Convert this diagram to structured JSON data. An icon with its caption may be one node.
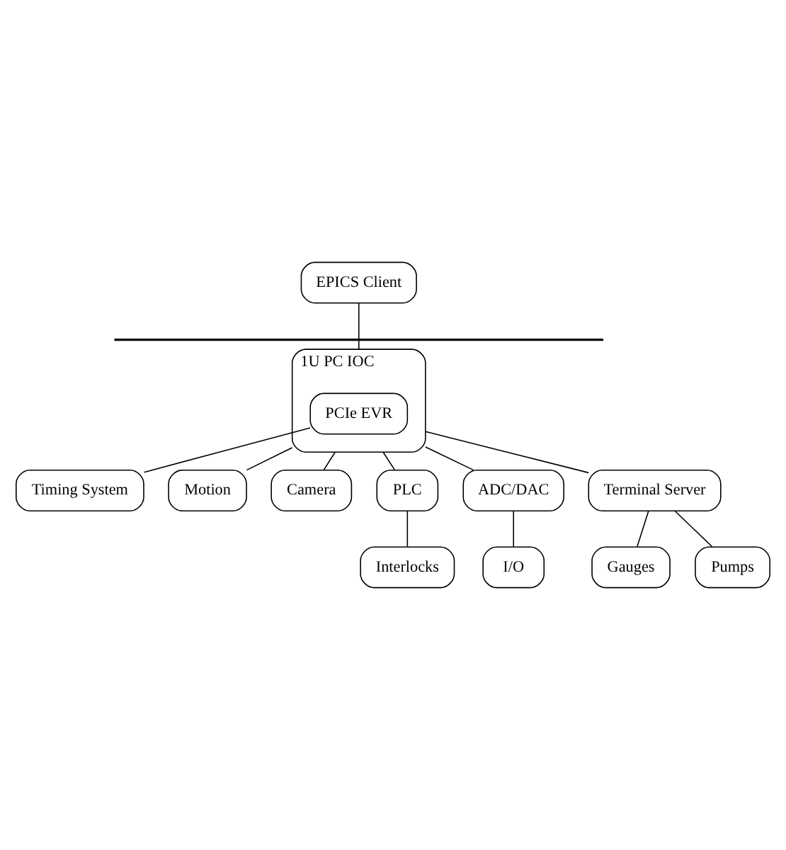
{
  "diagram": {
    "nodes": [
      {
        "text": [
          "EPICS Client"
        ]
      },
      {
        "text": [],
        "shape": "bar"
      },
      {
        "text": [
          "1U PC IOC"
        ]
      },
      {
        "text": [
          "PCIe EVR"
        ],
        "in": 2
      },
      {
        "text": [
          "Timing System"
        ]
      },
      {
        "text": [
          "Motion"
        ]
      },
      {
        "text": [
          "Camera"
        ]
      },
      {
        "text": [
          "PLC"
        ]
      },
      {
        "text": [
          "ADC/DAC"
        ]
      },
      {
        "text": [
          "Interlocks"
        ]
      },
      {
        "text": [
          "I/O"
        ]
      },
      {
        "text": [
          "Terminal Server"
        ]
      },
      {
        "text": [
          "Gauges"
        ]
      },
      {
        "text": [
          "Pumps"
        ]
      }
    ],
    "edges": [
      {
        "from": 0,
        "to": 1,
        "arrow": "none"
      },
      {
        "from": 1,
        "to": 2,
        "arrow": "none"
      },
      {
        "from": 3,
        "to": 4,
        "arrow": "none"
      },
      {
        "from": 2,
        "to": 5,
        "arrow": "none"
      },
      {
        "from": 2,
        "to": 6,
        "arrow": "none"
      },
      {
        "from": 2,
        "to": 7,
        "arrow": "none"
      },
      {
        "from": 2,
        "to": 8,
        "arrow": "none"
      },
      {
        "from": 2,
        "to": 11,
        "arrow": "none"
      },
      {
        "from": 7,
        "to": 9,
        "arrow": "none"
      },
      {
        "from": 8,
        "to": 10,
        "arrow": "none"
      },
      {
        "from": 11,
        "to": 12,
        "arrow": "none"
      },
      {
        "from": 11,
        "to": 13,
        "arrow": "none"
      }
    ]
  }
}
